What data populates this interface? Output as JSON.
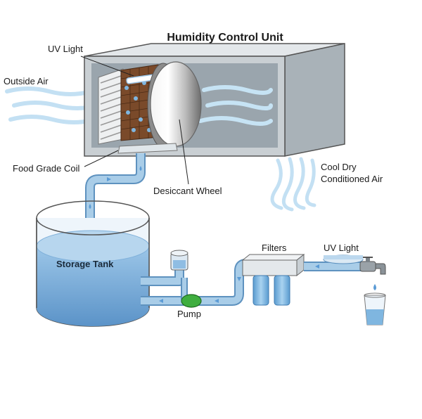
{
  "diagram": {
    "title": "Humidity Control Unit",
    "labels": {
      "uv_light_top": "UV Light",
      "outside_air": "Outside Air",
      "food_grade_coil": "Food Grade Coil",
      "desiccant_wheel": "Desiccant Wheel",
      "cool_dry_line1": "Cool Dry",
      "cool_dry_line2": "Conditioned Air",
      "storage_tank": "Storage Tank",
      "pump": "Pump",
      "filters": "Filters",
      "uv_light_pipe": "UV Light"
    },
    "colors": {
      "unit_front": "#c9cfd3",
      "unit_top": "#e3e7ea",
      "unit_side": "#a9b2b8",
      "unit_inside": "#8f9aa2",
      "water": "#6fa6d6",
      "pipe": "#a9cde8",
      "pipe_edge": "#5e92bf",
      "air": "#b9dbf0",
      "pump": "#3fae3f",
      "coil": "#7a4a2a"
    }
  }
}
